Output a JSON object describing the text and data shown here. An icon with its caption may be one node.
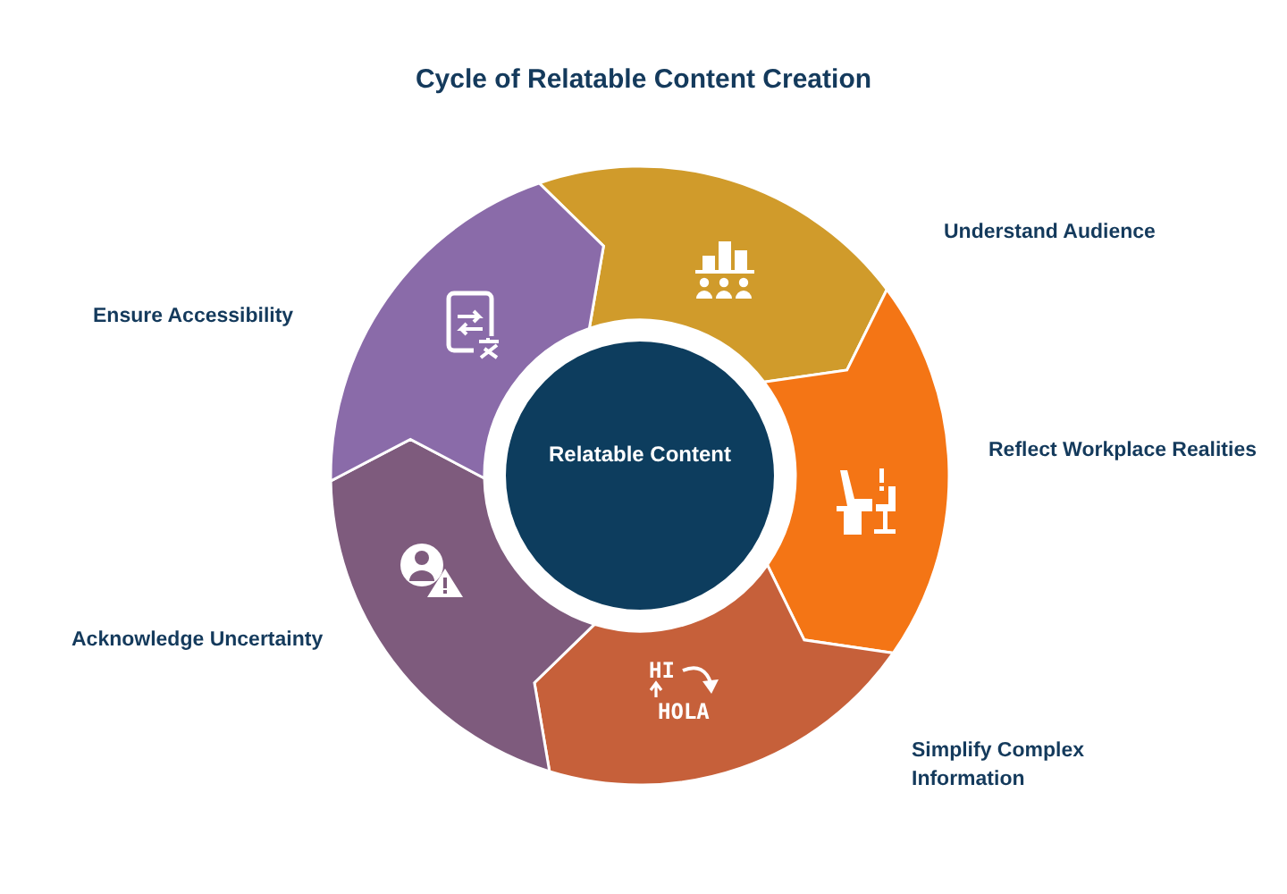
{
  "diagram": {
    "title": "Cycle of Relatable Content Creation",
    "nodes": [
      {
        "text": [
          "Relatable Content"
        ]
      },
      {
        "text": [],
        "shape": "segment",
        "beside": [
          "Understand Audience"
        ]
      },
      {
        "text": [],
        "shape": "segment",
        "beside": [
          "Reflect Workplace Realities"
        ]
      },
      {
        "text": [],
        "shape": "segment",
        "beside": [
          "Simplify Complex Information"
        ]
      },
      {
        "text": [],
        "shape": "segment",
        "beside": [
          "Acknowledge Uncertainty"
        ]
      },
      {
        "text": [],
        "shape": "segment",
        "beside": [
          "Ensure Accessibility"
        ]
      }
    ],
    "labels": [
      "HI",
      "HOLA"
    ]
  }
}
